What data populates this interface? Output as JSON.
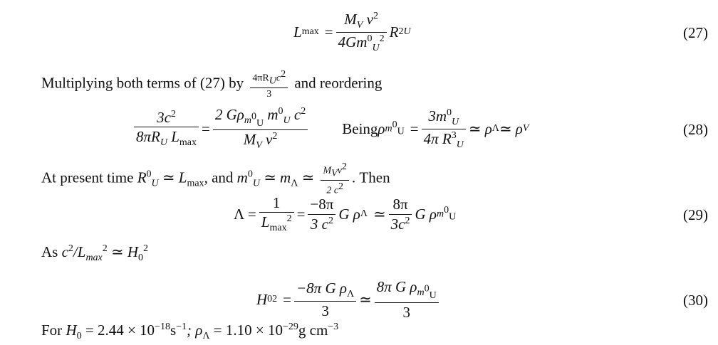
{
  "eq27": {
    "lhs": "L",
    "lhs_sub": "max",
    "eqs": "=",
    "num": "M",
    "num_sub": "V",
    "num_rest": " v",
    "num_sup": "2",
    "den": "4Gm",
    "den_sup": "0",
    "den_sub": "U",
    "den_sup2": "2",
    "tail": "R",
    "tail_sup": "2",
    "tail_sub": "U",
    "number": "(27)"
  },
  "text1": {
    "before": "Multiplying both terms of (27) by ",
    "frac_num": "4πR",
    "frac_num_sub": "U",
    "frac_num_rest": "c",
    "frac_num_sup": "2",
    "frac_den": "3",
    "after": " and reordering"
  },
  "eq28": {
    "l_num": "3c",
    "l_num_sup": "2",
    "l_den": "8πR",
    "l_den_sub": "U",
    "l_den_rest": " L",
    "l_den_sub2": "max",
    "eqs": "=",
    "r_num": "2 Gρ",
    "r_num_sub": "m",
    "r_num_subsub": "U",
    "r_num_subsup": "0",
    "r_num_rest": " m",
    "r_num_sup": "0",
    "r_num_sub2": "U",
    "r_num_rest2": " c",
    "r_num_sup2": "2",
    "r_den": "M",
    "r_den_sub": "V",
    "r_den_rest": " v",
    "r_den_sup": "2",
    "being": "Being ",
    "rho": "ρ",
    "rho_sub": "m",
    "rho_subsup": "0",
    "rho_subsub": "U",
    "eqs2": "=",
    "b_num": "3m",
    "b_num_sup": "0",
    "b_num_sub": "U",
    "b_den": "4π R",
    "b_den_sup": "3",
    "b_den_sub": "U",
    "tail": "≃ ρ",
    "tail_sub": "Λ",
    "tail2": " ≃ ρ",
    "tail2_sub": "V",
    "number": "(28)"
  },
  "text2": {
    "a": "At present time ",
    "b": "R",
    "b_sup": "0",
    "b_sub": "U",
    "c": " ≃ L",
    "c_sub": "max",
    "d": ", and ",
    "e": "m",
    "e_sup": "0",
    "e_sub": "U",
    "f": " ≃ m",
    "f_sub": "Λ",
    "g": " ≃ ",
    "fn": "M",
    "fn_sub": "V",
    "fn_rest": "v",
    "fn_sup": "2",
    "fd": "2 c",
    "fd_sup": "2",
    "h": ". Then"
  },
  "eq29": {
    "lhs": "Λ =",
    "f1n": "1",
    "f1d": "L",
    "f1d_sub": "max",
    "f1d_sup": "2",
    "eqs": "=",
    "f2n": "−8π",
    "f2d": "3 c",
    "f2d_sup": "2",
    "m1": "G ρ",
    "m1_sub": "Λ",
    "sim": "≃",
    "f3n": "8π",
    "f3d": "3c",
    "f3d_sup": "2",
    "m2": "G ρ",
    "m2_sub": "m",
    "m2_subsup": "0",
    "m2_subsub": "U",
    "number": "(29)"
  },
  "text3": {
    "a": "As ",
    "b": "c",
    "b_sup": "2",
    "c": "/L",
    "c_sub": "max",
    "c_sup": "2",
    "d": " ≃ H",
    "d_sub": "0",
    "d_sup": "2"
  },
  "eq30": {
    "lhs": "H",
    "lhs_sub": "0",
    "lhs_sup": "2",
    "eqs": "=",
    "f1n": "−8π G ρ",
    "f1n_sub": "Λ",
    "f1d": "3",
    "sim": "≃",
    "f2n": "8π G ρ",
    "f2n_sub": "m",
    "f2n_subsup": "0",
    "f2n_subsub": "U",
    "f2d": "3",
    "number": "(30)"
  },
  "text4": {
    "a": "For ",
    "b": "H",
    "b_sub": "0",
    "c": " = 2.44 × 10",
    "c_sup": "−18",
    "d": "s",
    "d_sup": "−1",
    "e": "; ρ",
    "e_sub": "Λ",
    "f": " = 1.10 × 10",
    "f_sup": "−29",
    "g": "g cm",
    "g_sup": "−3"
  }
}
